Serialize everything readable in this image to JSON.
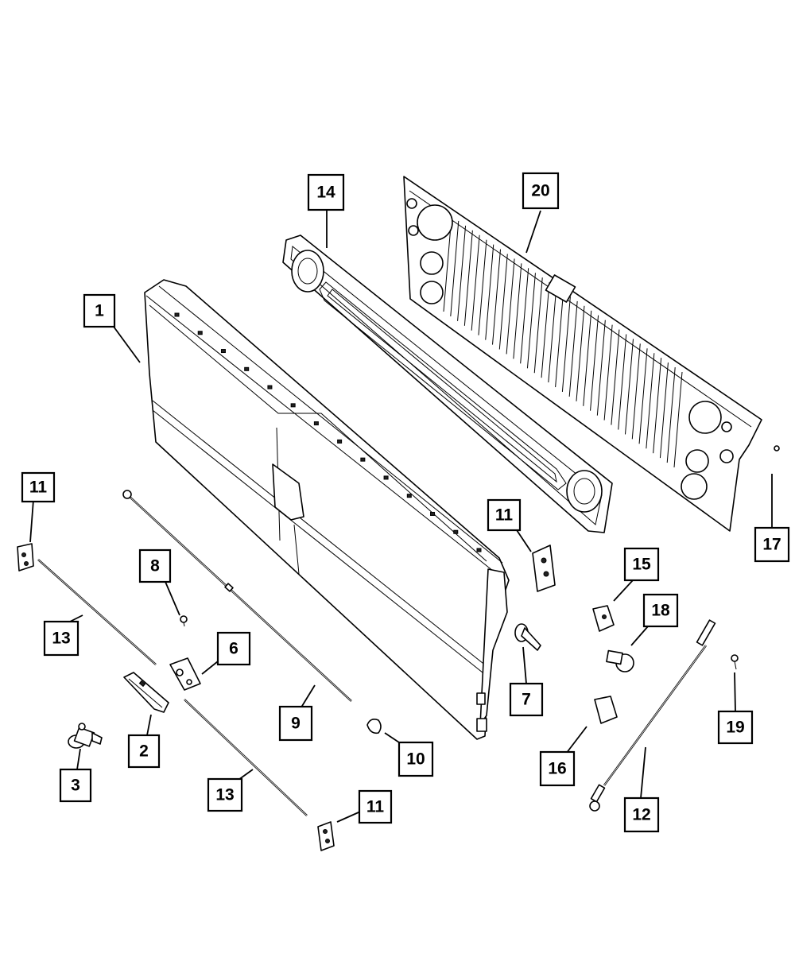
{
  "callouts": [
    {
      "id": "c1",
      "label": "1"
    },
    {
      "id": "c2",
      "label": "2"
    },
    {
      "id": "c3",
      "label": "3"
    },
    {
      "id": "c6",
      "label": "6"
    },
    {
      "id": "c7",
      "label": "7"
    },
    {
      "id": "c8",
      "label": "8"
    },
    {
      "id": "c9",
      "label": "9"
    },
    {
      "id": "c10",
      "label": "10"
    },
    {
      "id": "c11a",
      "label": "11"
    },
    {
      "id": "c11b",
      "label": "11"
    },
    {
      "id": "c11c",
      "label": "11"
    },
    {
      "id": "c12",
      "label": "12"
    },
    {
      "id": "c13a",
      "label": "13"
    },
    {
      "id": "c13b",
      "label": "13"
    },
    {
      "id": "c14",
      "label": "14"
    },
    {
      "id": "c15",
      "label": "15"
    },
    {
      "id": "c16",
      "label": "16"
    },
    {
      "id": "c17",
      "label": "17"
    },
    {
      "id": "c18",
      "label": "18"
    },
    {
      "id": "c19",
      "label": "19"
    },
    {
      "id": "c20",
      "label": "20"
    }
  ],
  "parts": [
    {
      "callout": "1",
      "part": "tailgate-shell"
    },
    {
      "callout": "2",
      "part": "tailgate-handle"
    },
    {
      "callout": "3",
      "part": "lock-cylinder"
    },
    {
      "callout": "6",
      "part": "latch-control"
    },
    {
      "callout": "7",
      "part": "pivot-bolt"
    },
    {
      "callout": "8",
      "part": "push-clip"
    },
    {
      "callout": "9",
      "part": "torsion-rod"
    },
    {
      "callout": "10",
      "part": "rod-bushing"
    },
    {
      "callout": "11",
      "part": "latch"
    },
    {
      "callout": "12",
      "part": "support-cable"
    },
    {
      "callout": "13",
      "part": "latch-rod"
    },
    {
      "callout": "14",
      "part": "cap-molding"
    },
    {
      "callout": "15",
      "part": "pivot-bracket"
    },
    {
      "callout": "16",
      "part": "pivot-bracket-lower"
    },
    {
      "callout": "17",
      "part": "screw-small"
    },
    {
      "callout": "18",
      "part": "pivot-bushing"
    },
    {
      "callout": "19",
      "part": "bolt"
    },
    {
      "callout": "20",
      "part": "inner-trim-panel"
    }
  ],
  "colors": {
    "line": "#000000",
    "background": "#ffffff"
  }
}
